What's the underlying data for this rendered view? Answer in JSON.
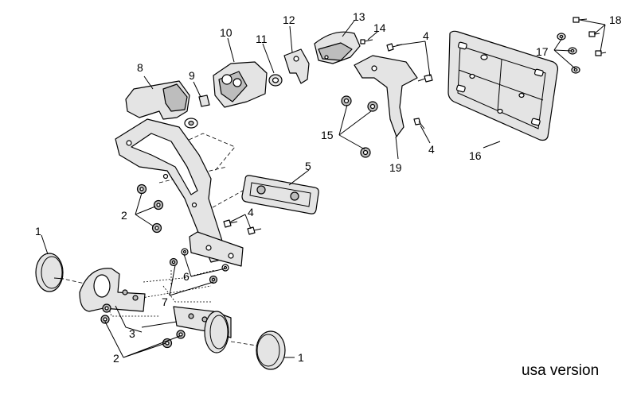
{
  "callouts": {
    "n1a": "1",
    "n1b": "1",
    "n2a": "2",
    "n2b": "2",
    "n3": "3",
    "n4a": "4",
    "n4b": "4",
    "n4c": "4",
    "n5": "5",
    "n6": "6",
    "n7": "7",
    "n8": "8",
    "n9": "9",
    "n10": "10",
    "n11": "11",
    "n12": "12",
    "n13": "13",
    "n14": "14",
    "n15": "15",
    "n16": "16",
    "n17": "17",
    "n18": "18",
    "n19": "19"
  },
  "caption": "usa version"
}
